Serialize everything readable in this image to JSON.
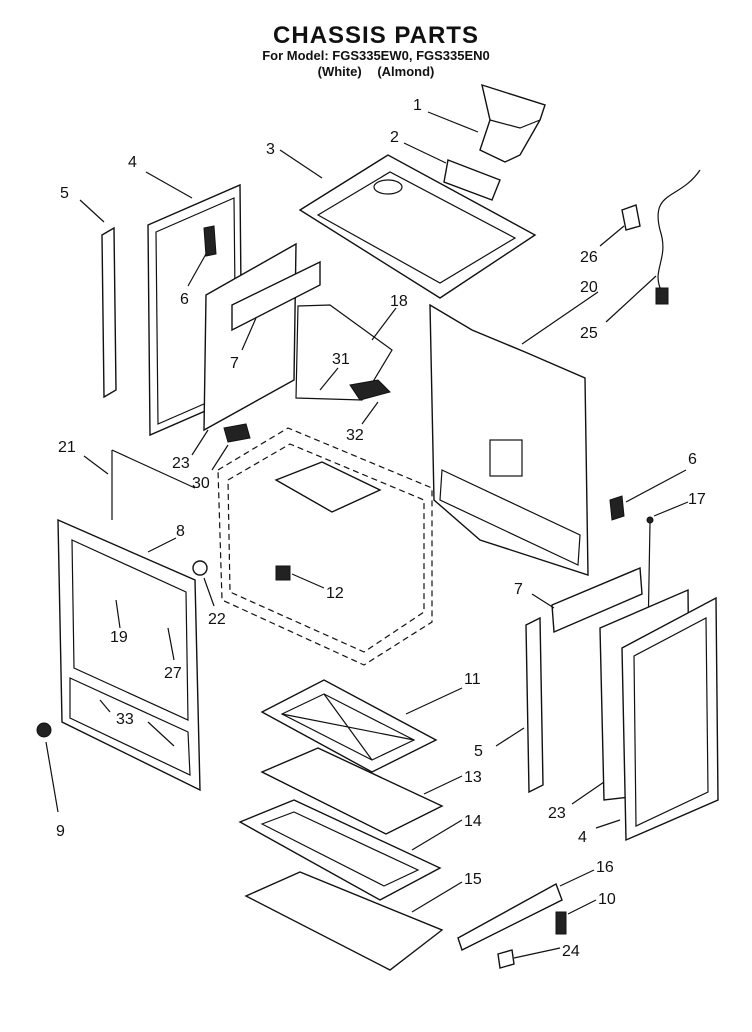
{
  "header": {
    "title": "CHASSIS PARTS",
    "subtitle": "For Model: FGS335EW0, FGS335EN0",
    "variant_white": "(White)",
    "variant_almond": "(Almond)"
  },
  "callouts": [
    "1",
    "2",
    "3",
    "4",
    "5",
    "6",
    "7",
    "18",
    "31",
    "32",
    "23",
    "30",
    "20",
    "25",
    "26",
    "21",
    "8",
    "19",
    "22",
    "27",
    "12",
    "6",
    "17",
    "7",
    "33",
    "11",
    "5",
    "13",
    "23",
    "4",
    "9",
    "14",
    "15",
    "16",
    "10",
    "24"
  ]
}
